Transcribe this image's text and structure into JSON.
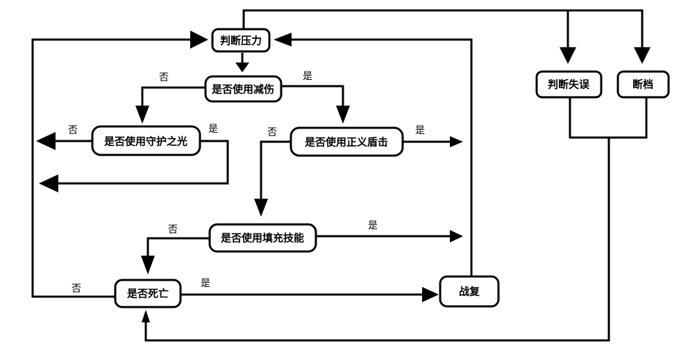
{
  "nodes": {
    "judge_pressure": "判断压力",
    "use_mitigation": "是否使用减伤",
    "use_guardian_light": "是否使用守护之光",
    "use_shield_of_righteousness": "是否使用正义盾击",
    "use_filler_skill": "是否使用填充技能",
    "is_dead": "是否死亡",
    "battle_res": "战复",
    "misjudge": "判断失误",
    "gap": "断档"
  },
  "labels": {
    "yes": "是",
    "no": "否"
  }
}
